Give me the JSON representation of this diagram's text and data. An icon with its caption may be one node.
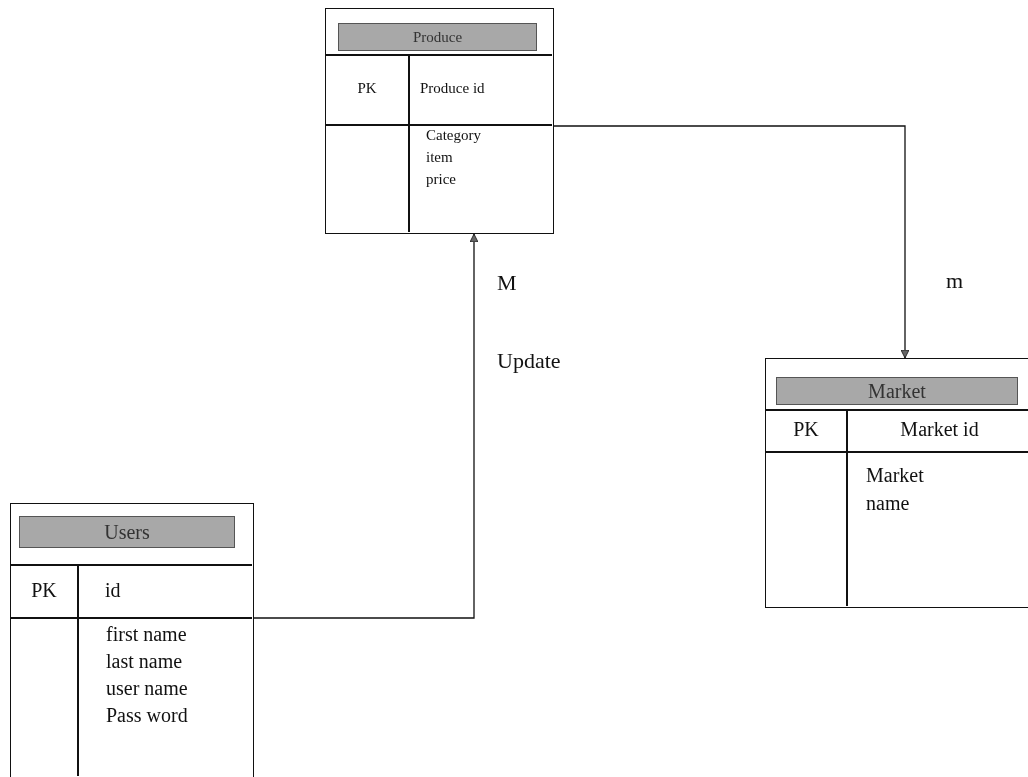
{
  "diagram": {
    "nodes": [
      {
        "text": [
          "Produce",
          "PK",
          "Produce id",
          "Category",
          "item",
          "price"
        ]
      },
      {
        "text": [
          "Market",
          "PK",
          "Market id",
          "Market name"
        ]
      },
      {
        "text": [
          "Users",
          "PK",
          "id",
          "first name",
          "last name",
          "user name",
          "Pass word"
        ]
      }
    ],
    "edges": [
      {
        "from": 2,
        "to": 0,
        "arrow": "to",
        "label": "Update"
      },
      {
        "from": 0,
        "to": 1,
        "arrow": "to"
      }
    ],
    "labels": [
      "M",
      "m"
    ]
  }
}
